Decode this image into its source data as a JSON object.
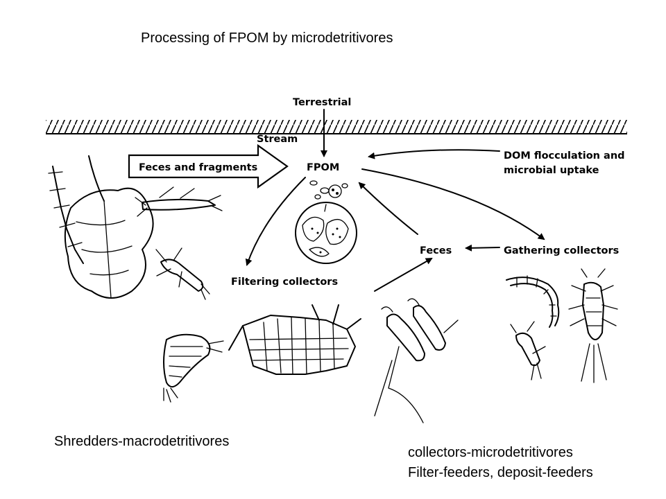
{
  "title": "Processing of FPOM by microdetritivores",
  "diagram": {
    "terrestrial": "Terrestrial",
    "stream": "Stream",
    "fpom": "FPOM",
    "feces_fragments": "Feces and fragments",
    "dom_line1": "DOM flocculation and",
    "dom_line2": "microbial uptake",
    "feces": "Feces",
    "gathering": "Gathering collectors",
    "filtering": "Filtering collectors"
  },
  "captions": {
    "shredders": "Shredders-macrodetritivores",
    "collectors_line1": "collectors-microdetritivores",
    "collectors_line2": "Filter-feeders, deposit-feeders"
  }
}
